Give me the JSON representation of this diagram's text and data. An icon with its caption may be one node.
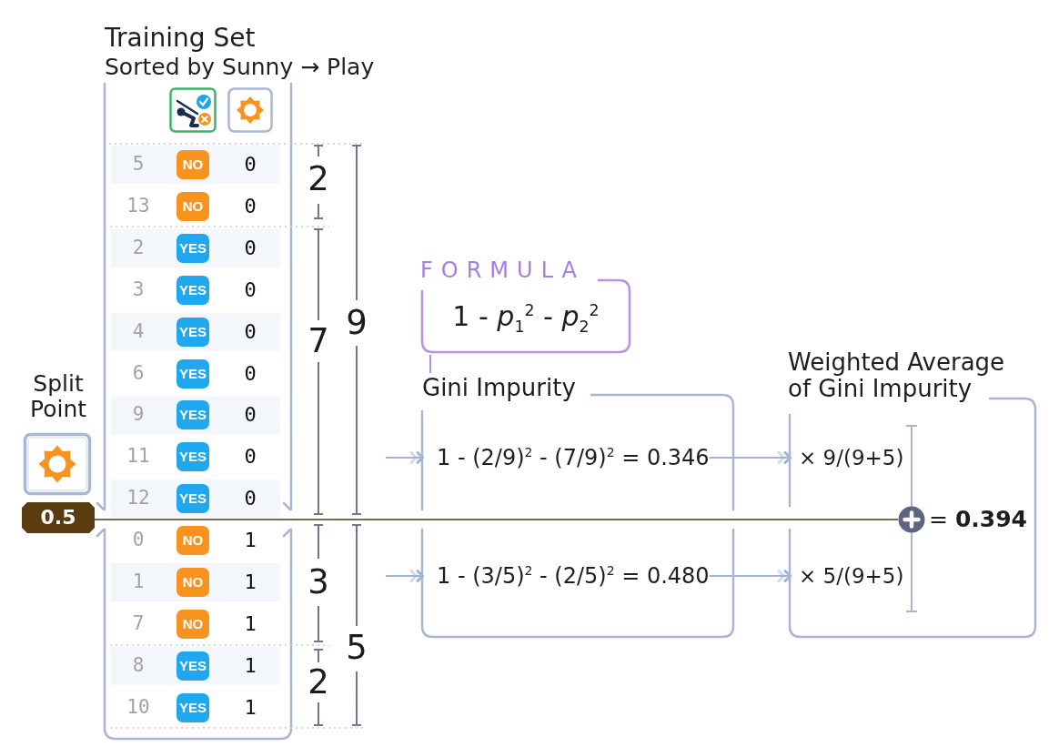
{
  "diagram": {
    "nodes": [
      {
        "text": [
          "Training Set",
          "Sorted by Sunny → Play"
        ]
      },
      {
        "text": [
          "Split Point",
          "0.5"
        ]
      },
      {
        "text": [
          "FORMULA",
          "1 - *p*$_{1}$$^{2}$ - *p*$_{2}$$^{2}$"
        ]
      },
      {
        "text": [
          "Gini Impurity"
        ]
      },
      {
        "text": [
          "1 - (2/9)$^{2}$ - (7/9)$^{2}$ = 0.346"
        ],
        "in": 3
      },
      {
        "text": [
          "1 - (3/5)$^{2}$ - (2/5)$^{2}$ = 0.480"
        ],
        "in": 3
      },
      {
        "text": [
          "Weighted Average of Gini Impurity"
        ]
      },
      {
        "text": [
          "× 9/(9+5)"
        ],
        "in": 6
      },
      {
        "text": [
          "× 5/(9+5)"
        ],
        "in": 6
      },
      {
        "text": [
          "= **0.394**"
        ],
        "in": 6
      }
    ],
    "edges": [
      {
        "from": 2,
        "to": 3,
        "arrow": "none",
        "color": "#b48de8"
      },
      {
        "from": 0,
        "to": 4,
        "arrow": "to"
      },
      {
        "from": 0,
        "to": 5,
        "arrow": "to"
      },
      {
        "from": 4,
        "to": 7,
        "arrow": "to"
      },
      {
        "from": 5,
        "to": 8,
        "arrow": "to"
      }
    ],
    "labels": [
      "5",
      "NO",
      "0",
      "13",
      "NO",
      "0",
      "2",
      "YES",
      "0",
      "3",
      "YES",
      "0",
      "4",
      "YES",
      "0",
      "6",
      "YES",
      "0",
      "9",
      "YES",
      "0",
      "11",
      "YES",
      "0",
      "12",
      "YES",
      "0",
      "0",
      "NO",
      "1",
      "1",
      "NO",
      "1",
      "7",
      "NO",
      "1",
      "8",
      "YES",
      "1",
      "10",
      "YES",
      "1",
      "2",
      "9",
      "7",
      "3",
      "5",
      "2"
    ]
  }
}
